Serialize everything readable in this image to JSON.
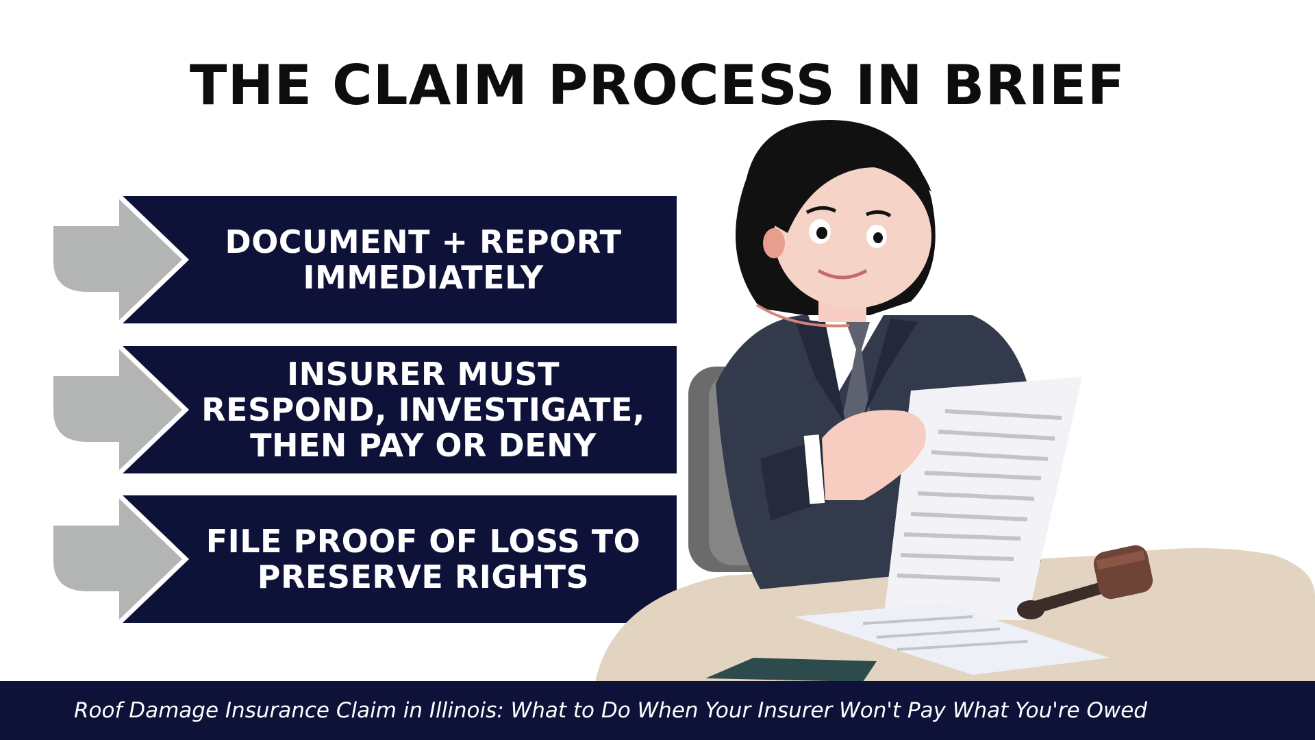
{
  "title": "THE CLAIM PROCESS IN BRIEF",
  "steps": [
    {
      "label": "DOCUMENT + REPORT\nIMMEDIATELY"
    },
    {
      "label": "INSURER MUST\nRESPOND, INVESTIGATE,\nTHEN PAY OR DENY"
    },
    {
      "label": "FILE PROOF OF LOSS TO\nPRESERVE RIGHTS"
    }
  ],
  "illustration": {
    "subject": "lawyer-reading-document-with-gavel"
  },
  "footer": {
    "caption": "Roof Damage Insurance Claim in Illinois: What to Do When Your Insurer Won't Pay What You're Owed"
  },
  "colors": {
    "navy": "#0e1239",
    "arrow_gray": "#b3b4b4",
    "title": "#0d0d0d"
  }
}
